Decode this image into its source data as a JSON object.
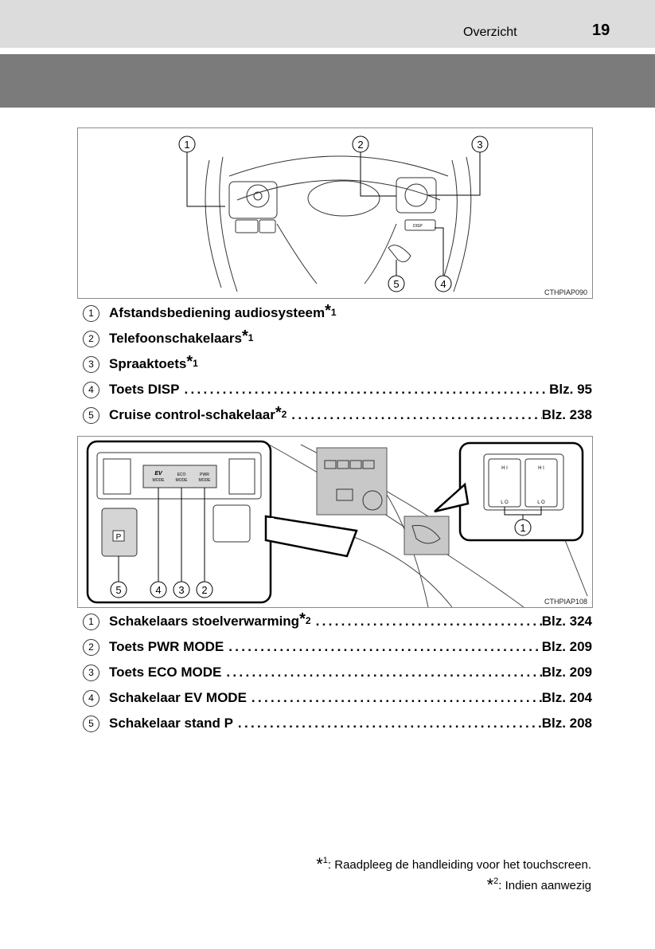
{
  "header": {
    "section": "Overzicht",
    "page_number": "19"
  },
  "figure1": {
    "code": "CTHPIAP090",
    "callouts": [
      "1",
      "2",
      "3",
      "4",
      "5"
    ],
    "button_labels": {
      "disp": "DISP"
    }
  },
  "list1": [
    {
      "num": "1",
      "label": "Afstandsbediening audiosysteem",
      "note": "1",
      "page": ""
    },
    {
      "num": "2",
      "label": "Telefoonschakelaars",
      "note": "1",
      "page": ""
    },
    {
      "num": "3",
      "label": "Spraaktoets",
      "note": "1",
      "page": ""
    },
    {
      "num": "4",
      "label": "Toets DISP",
      "note": "",
      "page": "Blz. 95"
    },
    {
      "num": "5",
      "label": "Cruise control-schakelaar",
      "note": "2",
      "page": "Blz. 238"
    }
  ],
  "figure2": {
    "code": "CTHPIAP108",
    "callouts": [
      "1",
      "2",
      "3",
      "4",
      "5"
    ],
    "button_labels": {
      "ev": "EV",
      "ev_sub": "MODE",
      "eco": "ECO",
      "eco_sub": "MODE",
      "pwr": "PWR",
      "pwr_sub": "MODE",
      "park": "P",
      "hi": "H I",
      "lo": "L O"
    }
  },
  "list2": [
    {
      "num": "1",
      "label": "Schakelaars stoelverwarming",
      "note": "2",
      "page": "Blz. 324"
    },
    {
      "num": "2",
      "label": "Toets PWR MODE",
      "note": "",
      "page": "Blz. 209"
    },
    {
      "num": "3",
      "label": "Toets ECO MODE",
      "note": "",
      "page": "Blz. 209"
    },
    {
      "num": "4",
      "label": "Schakelaar EV MODE",
      "note": "",
      "page": "Blz. 204"
    },
    {
      "num": "5",
      "label": "Schakelaar stand P",
      "note": "",
      "page": "Blz. 208"
    }
  ],
  "footnotes": [
    {
      "mark": "1",
      "text": ": Raadpleeg de handleiding voor het touchscreen."
    },
    {
      "mark": "2",
      "text": ": Indien aanwezig"
    }
  ]
}
